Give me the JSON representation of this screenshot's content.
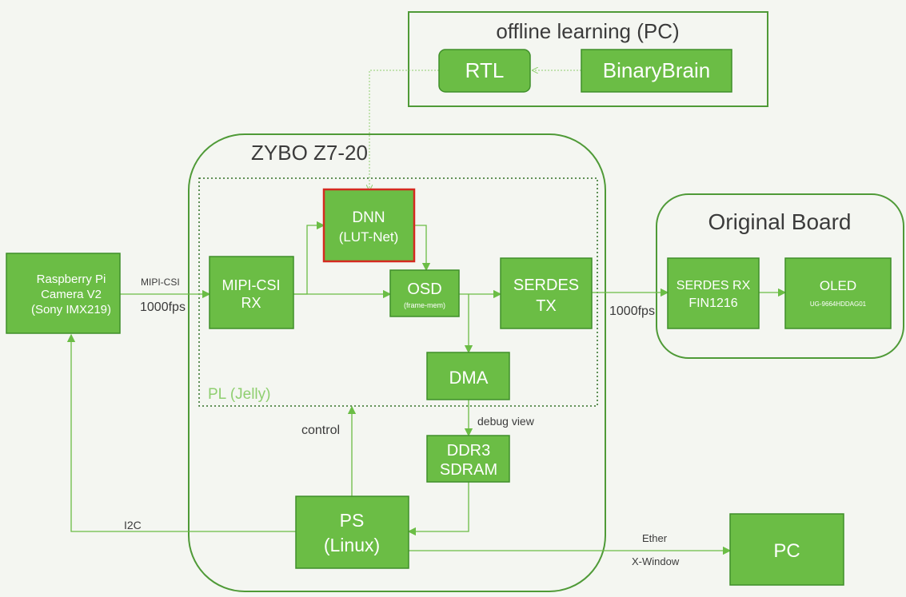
{
  "groups": {
    "offline_learning": "offline learning (PC)",
    "zybo": "ZYBO Z7-20",
    "pl": "PL (Jelly)",
    "original_board": "Original Board"
  },
  "blocks": {
    "rtl": "RTL",
    "binarybrain": "BinaryBrain",
    "camera": [
      "Raspberry Pi",
      "Camera V2",
      "(Sony IMX219)"
    ],
    "mipi_rx": [
      "MIPI-CSI",
      "RX"
    ],
    "dnn": [
      "DNN",
      "(LUT-Net)"
    ],
    "osd": [
      "OSD",
      "(frame-mem)"
    ],
    "serdes_tx": [
      "SERDES",
      "TX"
    ],
    "dma": "DMA",
    "ddr3": [
      "DDR3",
      "SDRAM"
    ],
    "ps": [
      "PS",
      "(Linux)"
    ],
    "serdes_rx": [
      "SERDES RX",
      "FIN1216"
    ],
    "oled": [
      "OLED",
      "UG-9664HDDAG01"
    ],
    "pc": "PC"
  },
  "labels": {
    "mipi_csi": "MIPI-CSI",
    "fps_in": "1000fps",
    "fps_out": "1000fps",
    "debug_view": "debug view",
    "control": "control",
    "i2c": "I2C",
    "ether": "Ether",
    "xwindow": "X-Window"
  },
  "colors": {
    "block_fill": "#6bbd45",
    "block_stroke": "#3f8f2a",
    "frame": "#4f9a37",
    "highlight": "#d42a20",
    "background": "#f4f6f1"
  }
}
